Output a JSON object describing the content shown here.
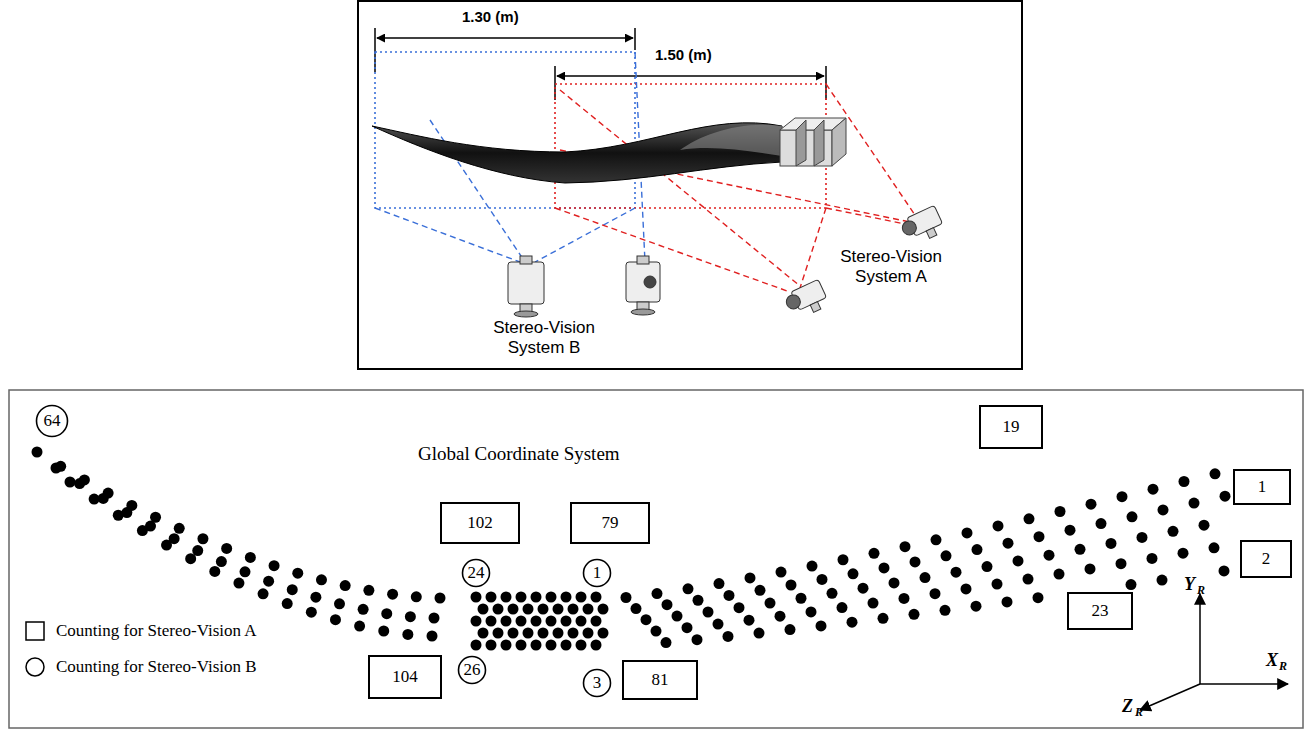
{
  "diagram": {
    "nodes": [
      {
        "text": [
          "64"
        ]
      },
      {
        "text": [
          "19"
        ]
      },
      {
        "text": [
          "1"
        ]
      },
      {
        "text": [
          "102"
        ]
      },
      {
        "text": [
          "79"
        ]
      },
      {
        "text": [
          "24"
        ]
      },
      {
        "text": [
          "1"
        ]
      },
      {
        "text": [
          "2"
        ]
      },
      {
        "text": [
          "23"
        ]
      },
      {
        "text": [
          "104"
        ]
      },
      {
        "text": [
          "26"
        ]
      },
      {
        "text": [
          "3"
        ]
      },
      {
        "text": [
          "81"
        ]
      }
    ],
    "labels": [
      "1.30 (m)",
      "1.50 (m)",
      "Stereo-Vision System A",
      "Stereo-Vision System B",
      "Global Coordinate System",
      "Y",
      "R",
      "X",
      "R",
      "Z",
      "R"
    ],
    "legend": [
      {
        "text": "Counting for Stereo-Vision A"
      },
      {
        "text": "Counting for Stereo-Vision B"
      }
    ]
  }
}
